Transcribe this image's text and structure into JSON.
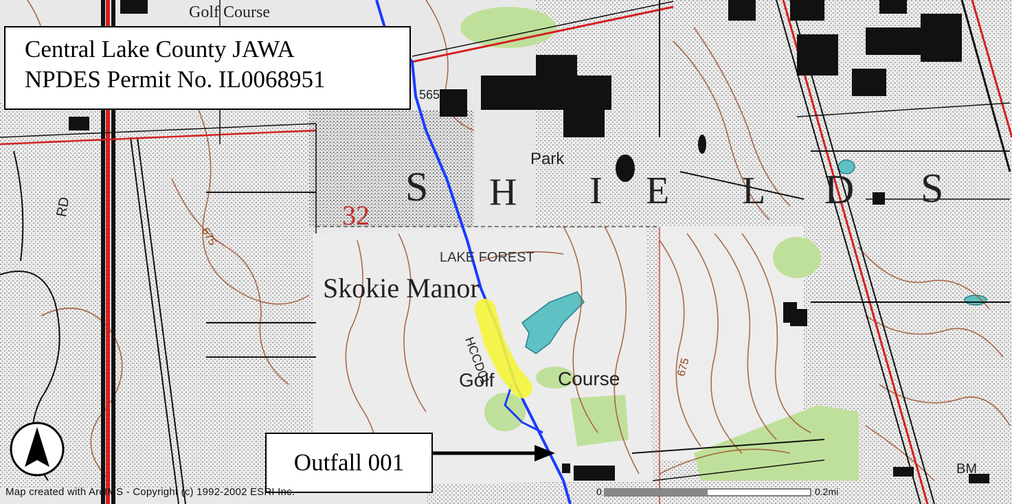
{
  "title": {
    "line1": "Central Lake County JAWA",
    "line2": "NPDES Permit No. IL0068951"
  },
  "callout": {
    "label": "Outfall 001"
  },
  "labels": {
    "golf_course_top": "Golf Course",
    "park": "Park",
    "section_32": "32",
    "lake_forest": "LAKE FOREST",
    "skokie_manor": "Skokie Manor",
    "stream_id": "HCCD01",
    "golf": "Golf",
    "course": "Course",
    "shields_s1": "S",
    "shields_h": "H",
    "shields_i": "I",
    "shields_e": "E",
    "shields_l": "L",
    "shields_d": "D",
    "shields_s2": "S",
    "elev_565": "565",
    "elev_675_left": "675",
    "elev_675_right": "675",
    "road_rd": "RD",
    "bm": "BM"
  },
  "footer": {
    "copyright": "Map created with ArcIMS - Copyright (c) 1992-2002 ESRI Inc.",
    "scale_start": "0",
    "scale_end": "0.2mi"
  },
  "colors": {
    "stream": "#1a3cff",
    "highlight": "#f5f53a",
    "contour": "#a0522d",
    "road_red": "#d42020",
    "water": "#5fc1c4",
    "vegetation": "#bfe09a"
  },
  "icons": {
    "north_arrow": "north-arrow-icon",
    "callout_arrow": "arrow-right-icon"
  }
}
